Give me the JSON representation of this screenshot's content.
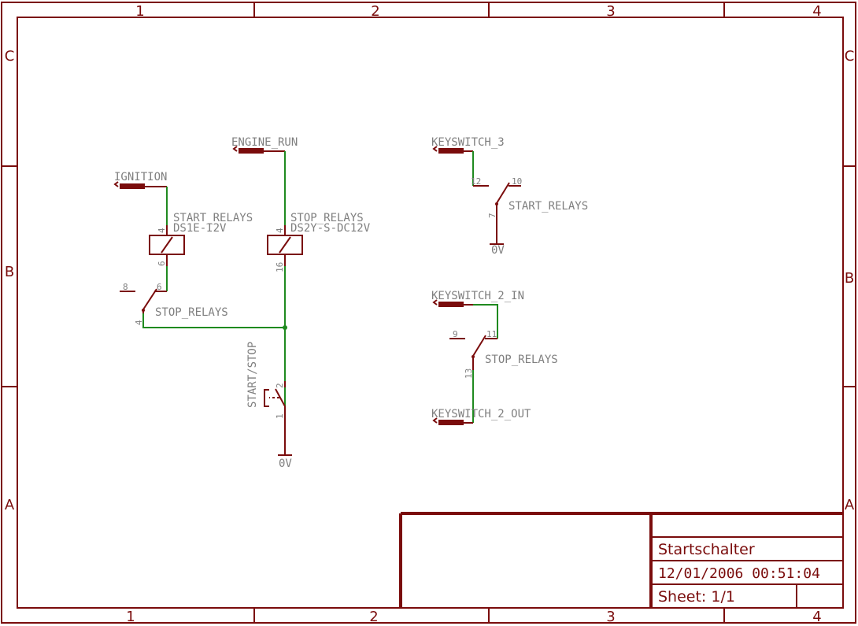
{
  "frame": {
    "zones_top": [
      "1",
      "2",
      "3",
      "4"
    ],
    "zones_bottom": [
      "1",
      "2",
      "3",
      "4"
    ],
    "rows_left": [
      "C",
      "B",
      "A"
    ],
    "rows_right": [
      "C",
      "B",
      "A"
    ]
  },
  "title_block": {
    "title": "Startschalter",
    "datetime": "12/01/2006  00:51:04",
    "sheet": "Sheet: 1/1"
  },
  "labels": {
    "ignition": "IGNITION",
    "engine_run": "ENGINE_RUN",
    "keyswitch_3": "KEYSWITCH_3",
    "keyswitch_2_in": "KEYSWITCH_2_IN",
    "keyswitch_2_out": "KEYSWITCH_2_OUT",
    "start_relays_coil": "START_RELAYS",
    "start_relays_part": "DS1E-I2V",
    "stop_relays_coil": "STOP_RELAYS",
    "stop_relays_part": "DS2Y-S-DC12V",
    "stop_relays_contact_a": "STOP_RELAYS",
    "start_relays_contact": "START_RELAYS",
    "stop_relays_contact_b": "STOP_RELAYS",
    "start_stop": "START/STOP",
    "gnd_left": "0V",
    "gnd_right": "0V"
  },
  "pins": {
    "k1_top": "4",
    "k1_bot": "6",
    "k2_top": "4",
    "k2_bot": "16",
    "c1_nc": "8",
    "c1_no": "6",
    "c1_com": "4",
    "sw_2": "2",
    "sw_1": "1",
    "c2_nc": "12",
    "c2_no": "10",
    "c2_com": "7",
    "c3_nc": "9",
    "c3_no": "11",
    "c3_com": "13"
  },
  "colors": {
    "frame": "#7a0c0c",
    "wire": "#1f8a1f",
    "text": "#7f7f7f"
  }
}
